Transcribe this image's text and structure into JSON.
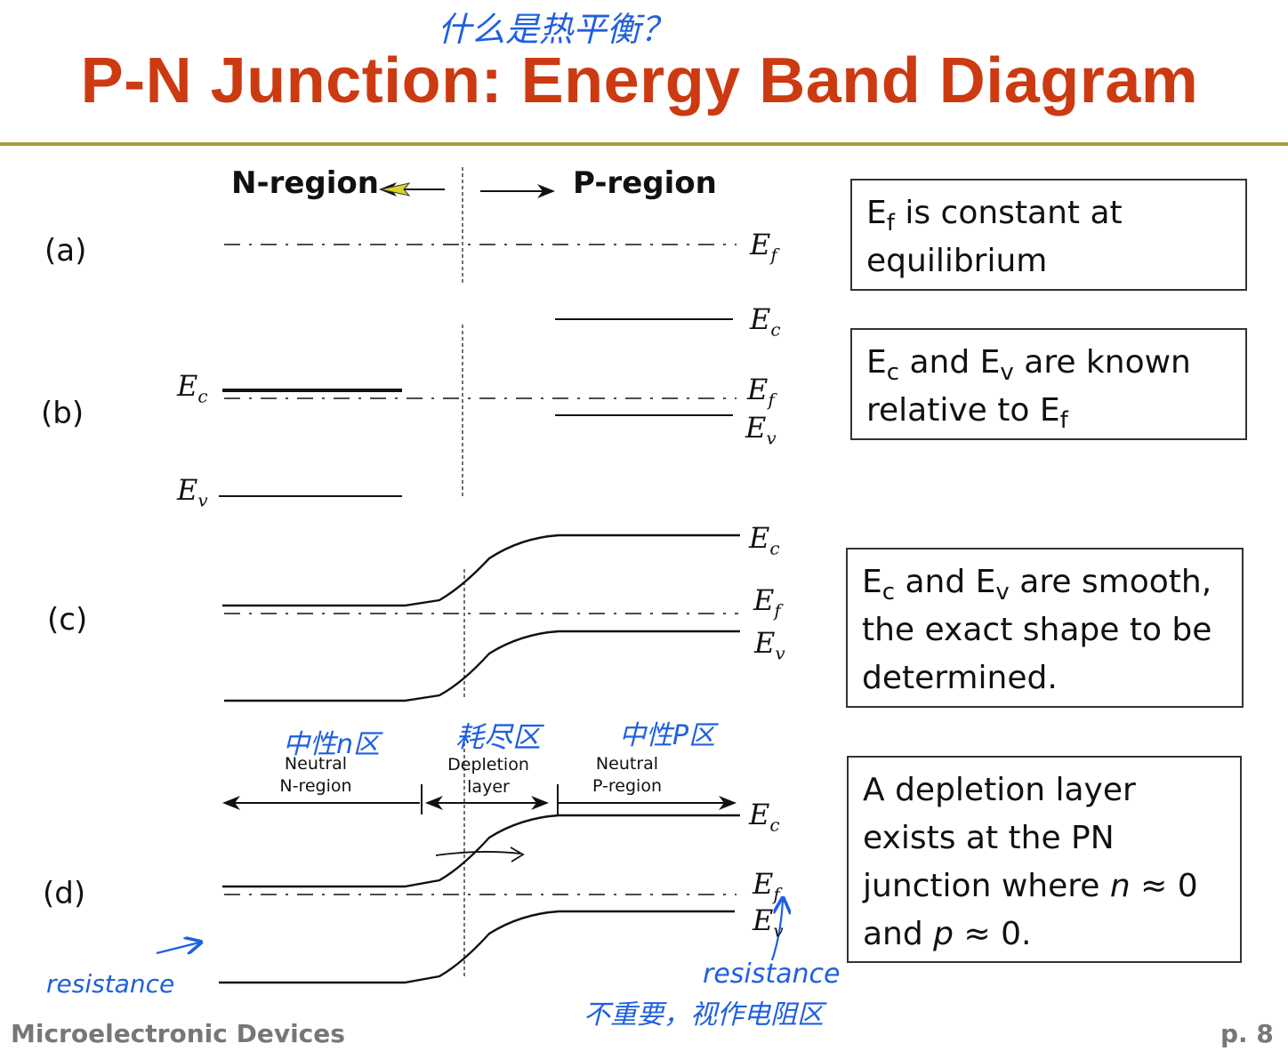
{
  "slide": {
    "title": "P-N Junction: Energy Band Diagram",
    "footer_left": "Microelectronic Devices",
    "footer_right": "p. 8"
  },
  "handwritten": {
    "top_note": "什么是热平衡？",
    "neutral_n": "中性n区",
    "depletion": "耗尽区",
    "neutral_p": "中性P区",
    "resistance_left": "resistance",
    "resistance_right": "resistance",
    "bottom_note": "不重要，视作电阻区"
  },
  "diagram": {
    "region_labels": {
      "n": "N-region",
      "p": "P-region"
    },
    "panels": [
      {
        "id": "a",
        "label": "(a)"
      },
      {
        "id": "b",
        "label": "(b)"
      },
      {
        "id": "c",
        "label": "(c)"
      },
      {
        "id": "d",
        "label": "(d)"
      }
    ],
    "bands": {
      "E": "E",
      "c": "c",
      "v": "v",
      "f": "f"
    },
    "d_labels": {
      "neutral_n_1": "Neutral",
      "neutral_n_2": "N-region",
      "depletion_1": "Depletion",
      "depletion_2": "layer",
      "neutral_p_1": "Neutral",
      "neutral_p_2": "P-region"
    }
  },
  "notes": {
    "a": {
      "p1": "E",
      "p2": "f",
      "p3": " is constant at",
      "p4": "equilibrium"
    },
    "b": {
      "p1": "E",
      "p2": "c",
      "p3": " and E",
      "p4": "v",
      "p5": " are known",
      "p6": "relative to E",
      "p7": "f"
    },
    "c": {
      "p1": "E",
      "p2": "c",
      "p3": " and E",
      "p4": "v",
      "p5": " are smooth,",
      "p6": "the exact shape to be",
      "p7": "determined."
    },
    "d": {
      "p1": "A depletion layer",
      "p2": "exists at the PN",
      "p3": "junction where ",
      "p4": "n",
      "p5": " ≈ 0",
      "p6": "and ",
      "p7": "p",
      "p8": " ≈ 0."
    }
  }
}
